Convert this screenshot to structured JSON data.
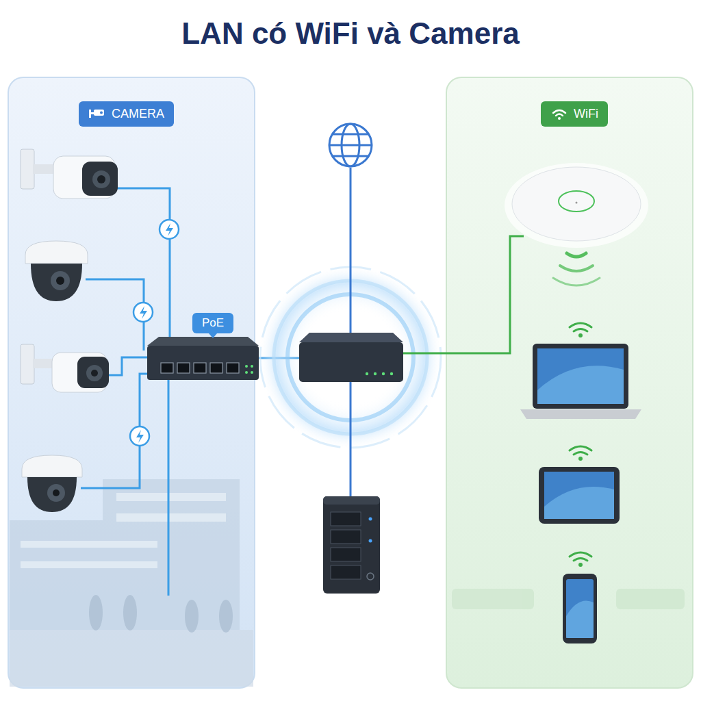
{
  "diagram": {
    "title": "LAN có WiFi và Camera",
    "nodes": [
      {
        "text": [
          "CAMERA"
        ]
      },
      {
        "text": [
          "PoE"
        ]
      },
      {
        "text": [
          "WiFi"
        ]
      }
    ]
  }
}
